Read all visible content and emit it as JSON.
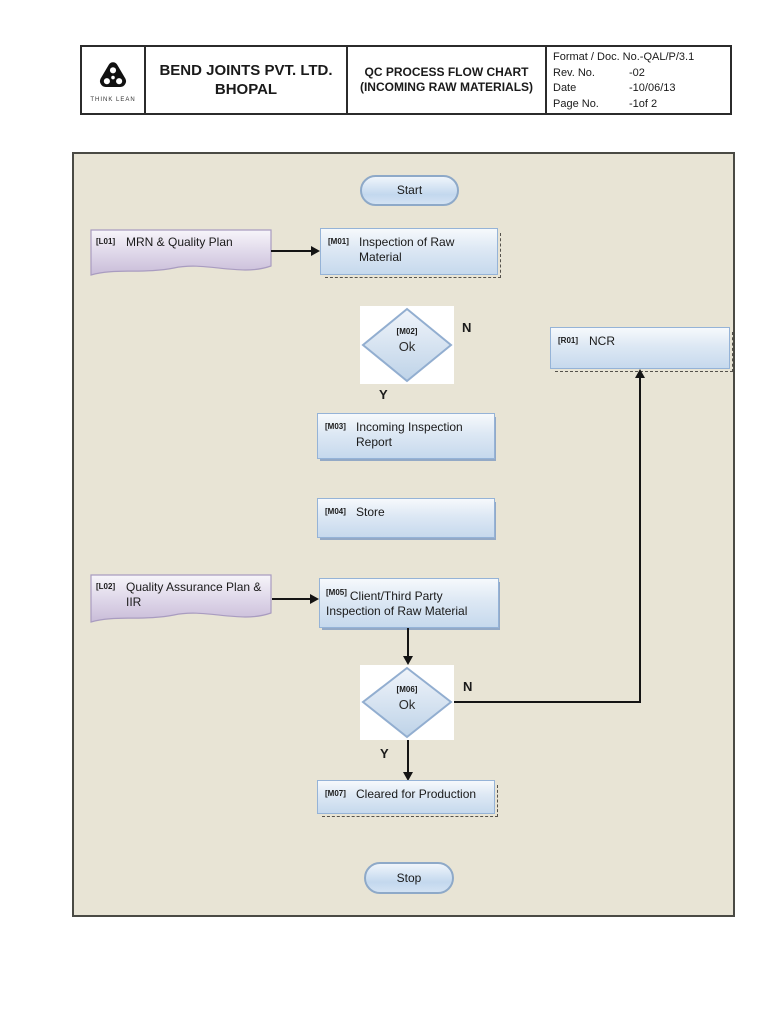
{
  "header": {
    "logo": {
      "icon": "trefoil-logo-icon",
      "caption": "THINK LEAN"
    },
    "company": {
      "line1": "BEND JOINTS PVT. LTD.",
      "line2": "BHOPAL"
    },
    "doc_title": {
      "line1": "QC PROCESS FLOW CHART",
      "line2": "(INCOMING RAW MATERIALS)"
    },
    "meta_rows": [
      {
        "label": "Format / Doc. No.",
        "value": "-QAL/P/3.1"
      },
      {
        "label": "Rev. No.",
        "value": "-02"
      },
      {
        "label": "Date",
        "value": "-10/06/13"
      },
      {
        "label": "Page No.",
        "value": "-1of 2"
      }
    ]
  },
  "flowchart": {
    "colors": {
      "canvas_background": "#e8e4d5",
      "process_border": "#95b3d7",
      "process_fill": "#c6d9ed",
      "document_fill": "#c9bcd8",
      "diamond_fill": "#c1d4e9",
      "connector": "#141414"
    },
    "nodes": {
      "start": {
        "type": "terminator",
        "label": "Start"
      },
      "l01": {
        "type": "document",
        "tag": "[L01]",
        "label": "MRN & Quality Plan"
      },
      "m01": {
        "type": "process",
        "tag": "[M01]",
        "label": "Inspection of Raw Material"
      },
      "m02": {
        "type": "decision",
        "tag": "[M02]",
        "label": "Ok",
        "no_label": "N",
        "yes_label": "Y"
      },
      "m03": {
        "type": "process",
        "tag": "[M03]",
        "label": "Incoming Inspection Report"
      },
      "m04": {
        "type": "process",
        "tag": "[M04]",
        "label": "Store"
      },
      "l02": {
        "type": "document",
        "tag": "[L02]",
        "label": "Quality Assurance Plan & IIR"
      },
      "m05": {
        "type": "process",
        "tag": "[M05]",
        "label": "Client/Third Party Inspection of Raw Material"
      },
      "m06": {
        "type": "decision",
        "tag": "[M06]",
        "label": "Ok",
        "no_label": "N",
        "yes_label": "Y"
      },
      "m07": {
        "type": "process",
        "tag": "[M07]",
        "label": "Cleared for Production"
      },
      "r01": {
        "type": "process",
        "tag": "[R01]",
        "label": "NCR"
      },
      "stop": {
        "type": "terminator",
        "label": "Stop"
      }
    }
  }
}
